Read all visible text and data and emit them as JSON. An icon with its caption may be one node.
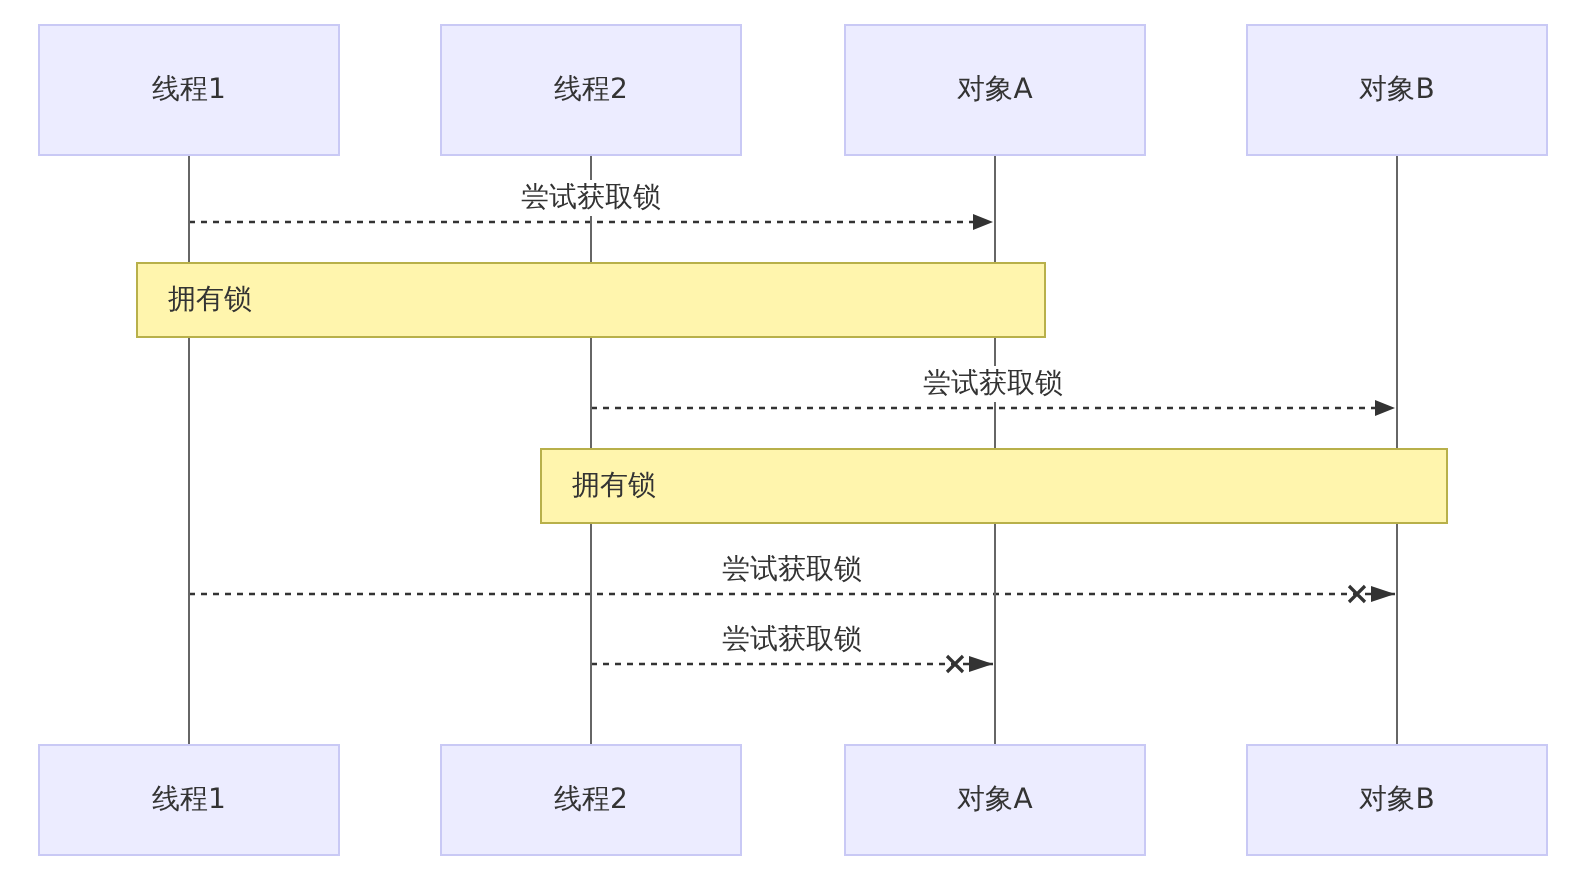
{
  "diagram": {
    "nodes": [
      {
        "text": [
          "线程1"
        ]
      },
      {
        "text": [
          "线程2"
        ]
      },
      {
        "text": [
          "对象A"
        ]
      },
      {
        "text": [
          "对象B"
        ]
      },
      {
        "text": [],
        "shape": "bar"
      },
      {
        "text": [],
        "shape": "bar"
      },
      {
        "text": [],
        "shape": "bar"
      },
      {
        "text": [],
        "shape": "bar"
      },
      {
        "text": [
          "拥有锁"
        ]
      },
      {
        "text": [
          "拥有锁"
        ]
      },
      {
        "text": [
          "线程1"
        ]
      },
      {
        "text": [
          "线程2"
        ]
      },
      {
        "text": [
          "对象A"
        ]
      },
      {
        "text": [
          "对象B"
        ]
      }
    ],
    "edges": [
      {
        "from": 4,
        "to": 6,
        "arrow": "to",
        "label": "尝试获取锁",
        "style": "dashed"
      },
      {
        "from": 5,
        "to": 7,
        "arrow": "to",
        "label": "尝试获取锁",
        "style": "dashed"
      },
      {
        "from": 4,
        "to": 7,
        "arrow": "to",
        "label": "尝试获取锁",
        "style": "dashed"
      },
      {
        "from": 5,
        "to": 6,
        "arrow": "to",
        "label": "尝试获取锁",
        "style": "dashed"
      }
    ]
  }
}
